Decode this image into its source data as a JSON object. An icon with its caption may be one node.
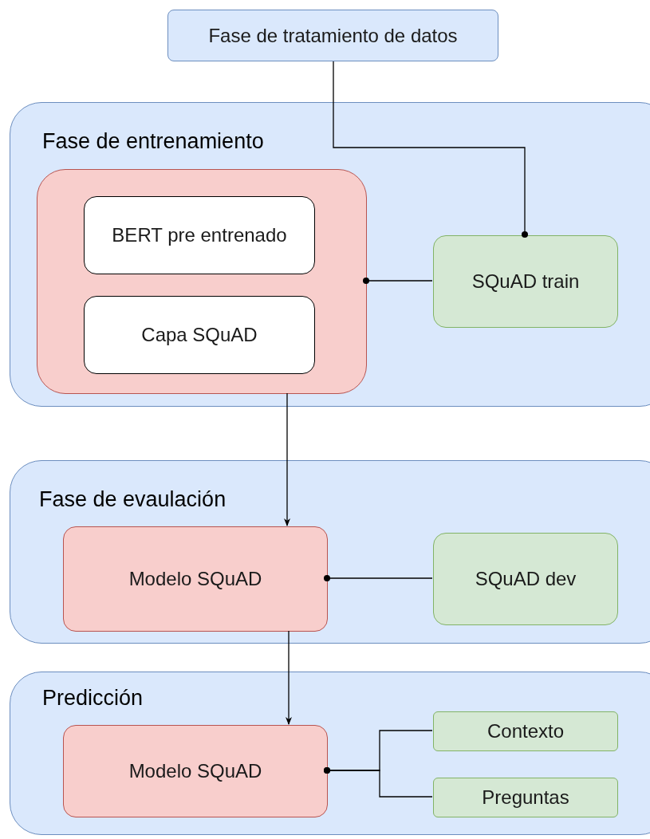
{
  "diagram": {
    "nodes": [
      {
        "text": [
          "Fase de tratamiento de datos"
        ]
      },
      {
        "text": [
          "Fase de entrenamiento"
        ]
      },
      {
        "text": [],
        "shape": "box",
        "in": 1
      },
      {
        "text": [
          "BERT pre entrenado"
        ],
        "in": 2
      },
      {
        "text": [
          "Capa SQuAD"
        ],
        "in": 2
      },
      {
        "text": [
          "SQuAD train"
        ],
        "in": 1
      },
      {
        "text": [
          "Fase de evaulación"
        ]
      },
      {
        "text": [
          "Modelo SQuAD"
        ],
        "in": 6
      },
      {
        "text": [
          "SQuAD dev"
        ],
        "in": 6
      },
      {
        "text": [
          "Predicción"
        ]
      },
      {
        "text": [
          "Modelo SQuAD"
        ],
        "in": 9
      },
      {
        "text": [
          "Contexto"
        ],
        "in": 9
      },
      {
        "text": [
          "Preguntas"
        ],
        "in": 9
      }
    ],
    "edges": [
      {
        "from": 0,
        "to": 5,
        "arrow": "other"
      },
      {
        "from": 5,
        "to": 2,
        "arrow": "other"
      },
      {
        "from": 2,
        "to": 7,
        "arrow": "to"
      },
      {
        "from": 8,
        "to": 7,
        "arrow": "other"
      },
      {
        "from": 7,
        "to": 10,
        "arrow": "to"
      },
      {
        "from": 11,
        "to": 10,
        "arrow": "other"
      },
      {
        "from": 12,
        "to": 10,
        "arrow": "other"
      }
    ]
  }
}
